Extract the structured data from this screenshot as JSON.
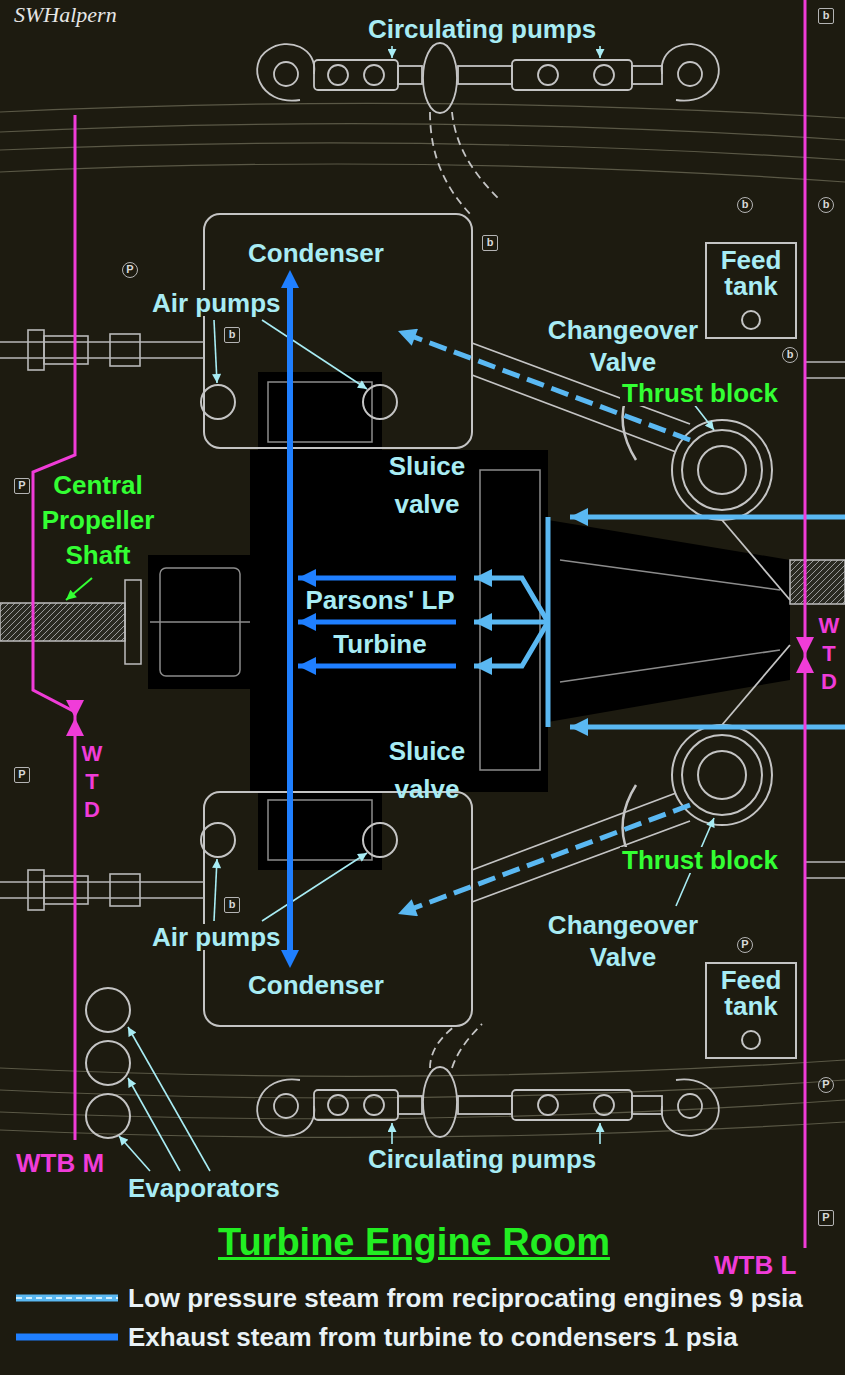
{
  "diagram": {
    "title": "Turbine Engine Room",
    "nodes": [
      {
        "text": [
          "b"
        ]
      },
      {
        "text": [
          "b"
        ]
      },
      {
        "text": [
          "b"
        ]
      },
      {
        "text": [
          "b"
        ]
      },
      {
        "text": [
          "Condenser"
        ]
      },
      {
        "text": [
          "Feed tank"
        ]
      },
      {
        "text": [
          "P"
        ]
      },
      {
        "text": [
          "b"
        ]
      },
      {
        "text": [
          "b"
        ]
      },
      {
        "text": [
          "P"
        ]
      },
      {
        "text": [
          "Parsons' LP Turbine"
        ]
      },
      {
        "text": [
          "P"
        ]
      },
      {
        "text": [
          "b"
        ]
      },
      {
        "text": [
          "P"
        ]
      },
      {
        "text": [
          "Condenser"
        ]
      },
      {
        "text": [
          "Feed tank"
        ]
      },
      {
        "text": [
          "P"
        ]
      },
      {
        "text": [
          "P"
        ]
      }
    ],
    "edges": [
      {
        "from": 10,
        "to": 4,
        "arrow": "to"
      },
      {
        "from": 10,
        "to": 14,
        "arrow": "to"
      }
    ],
    "labels": [
      "SWHalpern",
      "Circulating pumps",
      "Air pumps",
      "Changeover Valve",
      "Thrust block",
      "Sluice valve",
      "Central Propeller Shaft",
      "W T D",
      "Sluice valve",
      "W T D",
      "Thrust block",
      "Air pumps",
      "Changeover Valve",
      "Evaporators",
      "Circulating pumps",
      "WTB M",
      "WTB L"
    ],
    "legend": [
      {
        "text": "Low pressure steam from reciprocating engines 9 psia"
      },
      {
        "text": "Exhaust steam from turbine to condensers 1 psia"
      }
    ]
  }
}
